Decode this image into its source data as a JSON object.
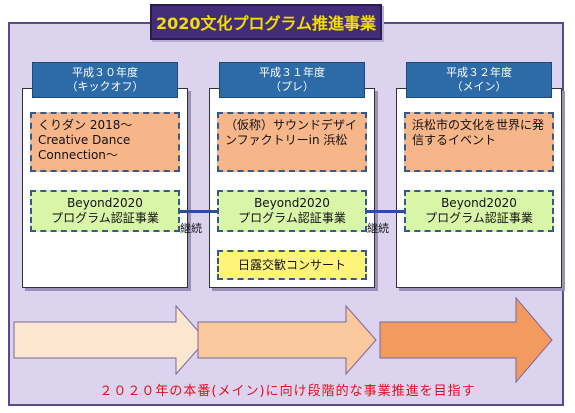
{
  "title": "2020文化プログラム推進事業",
  "columns": [
    {
      "head_line1": "平成３０年度",
      "head_line2": "（キックオフ）",
      "event": "くりダン 2018～ Creative Dance Connection～",
      "program": [
        "Beyond2020",
        "プログラム認証事業"
      ]
    },
    {
      "head_line1": "平成３１年度",
      "head_line2": "（プレ）",
      "event": "（仮称）サウンドデザインファクトリーin 浜松",
      "program": [
        "Beyond2020",
        "プログラム認証事業"
      ],
      "extra": "日露交歓コンサート"
    },
    {
      "head_line1": "平成３２年度",
      "head_line2": "（メイン）",
      "event": "浜松市の文化を世界に発信するイベント",
      "program": [
        "Beyond2020",
        "プログラム認証事業"
      ]
    }
  ],
  "connector_label": "継続",
  "footer": "２０２０年の本番(メイン)に向け段階的な事業推進を目指す",
  "colors": {
    "arrow1": "#fde6cf",
    "arrow2": "#f9c89c",
    "arrow3": "#f39a60"
  }
}
